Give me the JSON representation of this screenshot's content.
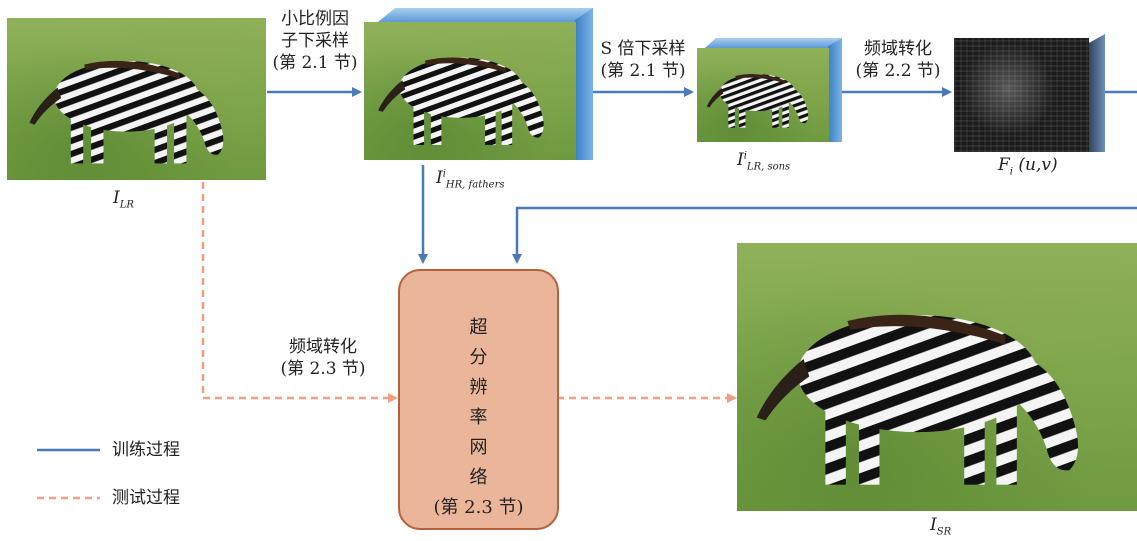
{
  "images": {
    "lr": {
      "label_main": "I",
      "label_sub": "LR",
      "label_sup": ""
    },
    "hr_fathers": {
      "label_main": "I",
      "label_sub": "HR, fathers",
      "label_sup": "i"
    },
    "lr_sons": {
      "label_main": "I",
      "label_sub": "LR, sons",
      "label_sup": "i"
    },
    "freq": {
      "label_main": "F",
      "label_sub": "i",
      "label_rest": " (u,v)"
    },
    "sr": {
      "label_main": "I",
      "label_sub": "SR",
      "label_sup": ""
    }
  },
  "arrows": {
    "downsample_small": {
      "line1": "小比例因",
      "line2": "子下采样",
      "line3": "(第 2.1 节)"
    },
    "downsample_s": {
      "line1": "S 倍下采样",
      "line2": "(第 2.1 节)"
    },
    "freq_transform_top": {
      "line1": "频域转化",
      "line2": "(第 2.2 节)"
    },
    "freq_transform_test": {
      "line1": "频域转化",
      "line2": "(第 2.3 节)"
    }
  },
  "network": {
    "chars": [
      "超",
      "分",
      "辨",
      "率",
      "网",
      "络"
    ],
    "section": "(第 2.3 节)"
  },
  "legend": {
    "train": "训练过程",
    "test": "测试过程"
  },
  "colors": {
    "train_line": "#4a7ab8",
    "test_line": "#f0a080",
    "net_fill": "#ebb59a",
    "net_border": "#b5623a"
  }
}
